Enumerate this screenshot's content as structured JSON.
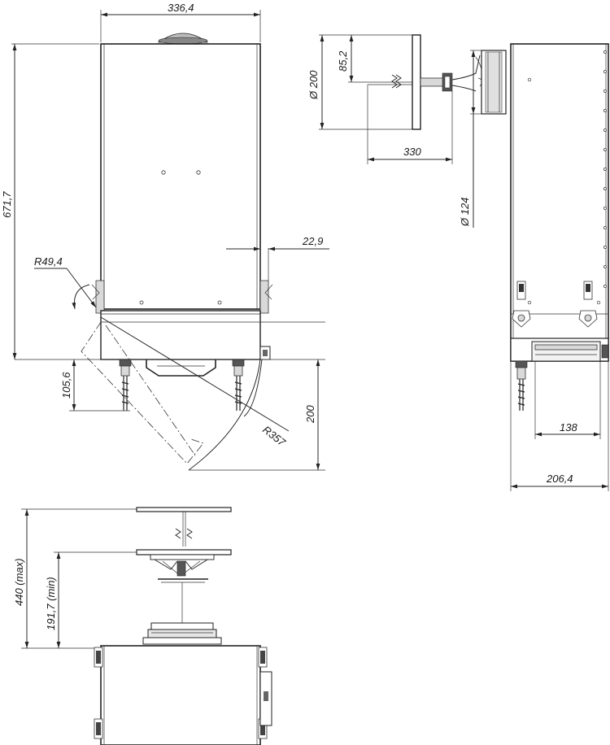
{
  "drawing": {
    "front_view": {
      "width_label": "336,4",
      "height_label": "671,7",
      "hinge_radius_label": "R49,4",
      "offset_label": "22,9",
      "leg_label": "105,6",
      "swing_depth_label": "200",
      "swing_radius_label": "R357"
    },
    "side_view": {
      "diameter_top_label": "Ø 200",
      "center_offset_label": "85,2",
      "length_label": "330",
      "diameter_duct_label": "Ø 124",
      "base_width_label": "138",
      "depth_label": "206,4"
    },
    "top_view": {
      "max_height_label": "440 (max)",
      "min_height_label": "191,7 (min)"
    }
  }
}
